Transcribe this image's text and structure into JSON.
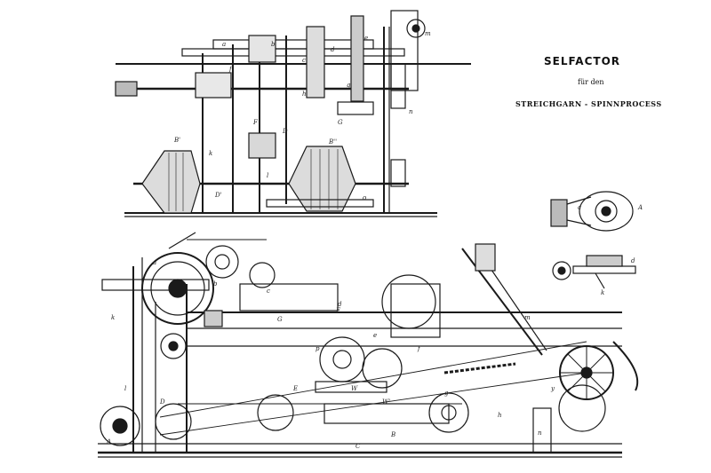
{
  "plate": {
    "title": "SELFACTOR",
    "subtitle": "für den",
    "process": "STREICHGARN - SPINNPROCESS"
  },
  "labels": {
    "top": [
      "a",
      "b",
      "c",
      "d",
      "e",
      "f",
      "g",
      "h",
      "k",
      "l",
      "m",
      "n",
      "o",
      "B'",
      "B''",
      "D",
      "D'",
      "F",
      "G"
    ],
    "detail": [
      "A",
      "c",
      "d",
      "k"
    ],
    "bottom": [
      "a",
      "b",
      "c",
      "d",
      "e",
      "f",
      "g",
      "h",
      "k",
      "l",
      "m",
      "n",
      "p",
      "A",
      "B",
      "C",
      "D",
      "E",
      "F",
      "G",
      "W",
      "W'",
      "y"
    ]
  },
  "colors": {
    "ink": "#1a1a1a",
    "paper": "#ffffff"
  }
}
